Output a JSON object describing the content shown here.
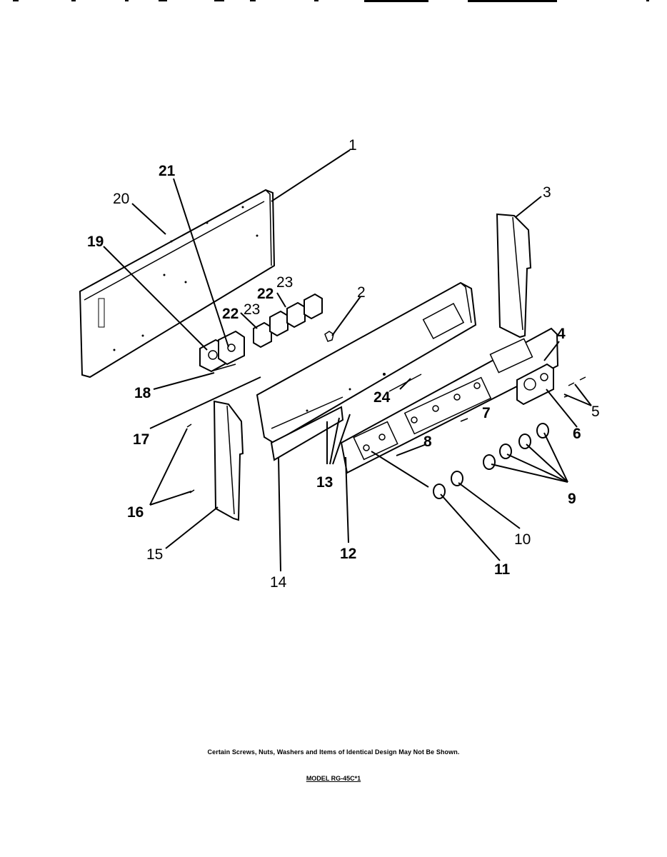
{
  "diagram": {
    "callouts": {
      "c1": "1",
      "c2": "2",
      "c3": "3",
      "c4": "4",
      "c5": "5",
      "c6": "6",
      "c7": "7",
      "c8": "8",
      "c9": "9",
      "c10": "10",
      "c11": "11",
      "c12": "12",
      "c13": "13",
      "c14": "14",
      "c15": "15",
      "c16": "16",
      "c17": "17",
      "c18": "18",
      "c19": "19",
      "c20": "20",
      "c21": "21",
      "c22a": "22",
      "c22b": "22",
      "c23a": "23",
      "c23b": "23",
      "c24": "24"
    }
  },
  "footer": {
    "note": "Certain Screws, Nuts, Washers and Items of Identical Design May Not Be Shown.",
    "model": "MODEL RG-45C*1"
  }
}
